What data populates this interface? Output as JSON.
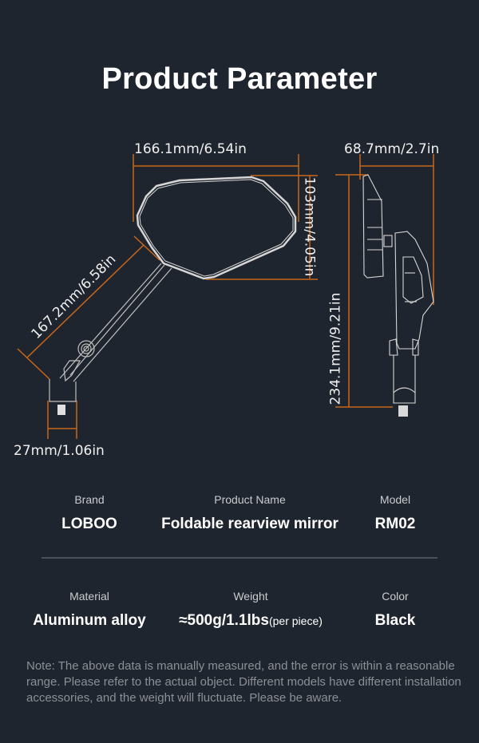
{
  "page": {
    "title": "Product Parameter",
    "colors": {
      "background": "#1f252e",
      "dimension_line": "#c8661a",
      "outline": "#d8d8d8",
      "label_text": "#c9cbcf",
      "value_text": "#ffffff",
      "note_text": "#8b8f96"
    }
  },
  "diagram": {
    "front_view": {
      "mirror_width": "166.1mm/6.54in",
      "mirror_height": "103mm/4.05in",
      "arm_length": "167.2mm/6.58in",
      "base_width": "27mm/1.06in"
    },
    "side_view": {
      "depth": "68.7mm/2.7in",
      "total_height": "234.1mm/9.21in"
    }
  },
  "params": {
    "row1": [
      {
        "label": "Brand",
        "value": "LOBOO"
      },
      {
        "label": "Product Name",
        "value": "Foldable rearview mirror"
      },
      {
        "label": "Model",
        "value": "RM02"
      }
    ],
    "row2": [
      {
        "label": "Material",
        "value": "Aluminum alloy"
      },
      {
        "label": "Weight",
        "value": "≈500g/1.1lbs",
        "suffix": "(per piece)"
      },
      {
        "label": "Color",
        "value": "Black"
      }
    ]
  },
  "note": "Note: The above data is manually measured, and the error is within a reasonable range. Please refer to the actual object. Different models have different installation accessories, and the weight will fluctuate. Please be aware."
}
